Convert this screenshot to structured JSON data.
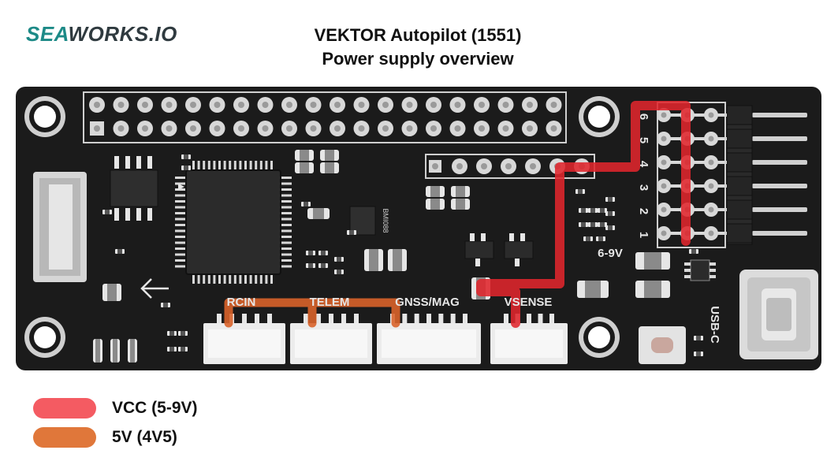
{
  "logo": {
    "part1": "SEA",
    "part2": "WORKS.IO"
  },
  "title": {
    "line1": "VEKTOR Autopilot (1551)",
    "line2": "Power supply overview"
  },
  "board_labels": {
    "rcin": "RCIN",
    "telem": "TELEM",
    "gnss": "GNSS/MAG",
    "vsense": "VSENSE",
    "usb": "USB-C",
    "voltage": "6-9V",
    "imu": "BMI088",
    "pins": [
      "6",
      "5",
      "4",
      "3",
      "2",
      "1"
    ]
  },
  "legend": [
    {
      "label": "VCC (5-9V)",
      "color": "#f45b62"
    },
    {
      "label": "5V (4V5)",
      "color": "#e0773a"
    }
  ],
  "colors": {
    "board": "#1b1b1b",
    "vcc_trace": "#e0262c",
    "fiveV_trace": "#d9632a"
  }
}
